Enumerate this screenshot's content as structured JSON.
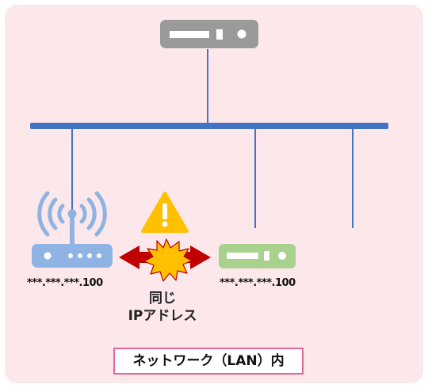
{
  "devices": {
    "top_device": {
      "icon": "network-device-icon",
      "color": "#9a9a9a"
    },
    "router": {
      "icon": "wifi-router-icon",
      "color": "#8fb4e3",
      "ip_text": "***.***.***.100"
    },
    "pc_device": {
      "icon": "network-device-icon",
      "color": "#a9d18e",
      "ip_text": "***.***.***.100"
    }
  },
  "bus_color": "#4472c4",
  "conflict": {
    "warning_icon": "warning-icon",
    "collision_icon": "collision-icon",
    "caption_line1": "同じ",
    "caption_line2": "IPアドレス",
    "arrow_color": "#c00000",
    "burst_color": "#ffc000"
  },
  "network_label": "ネットワーク（LAN）内"
}
